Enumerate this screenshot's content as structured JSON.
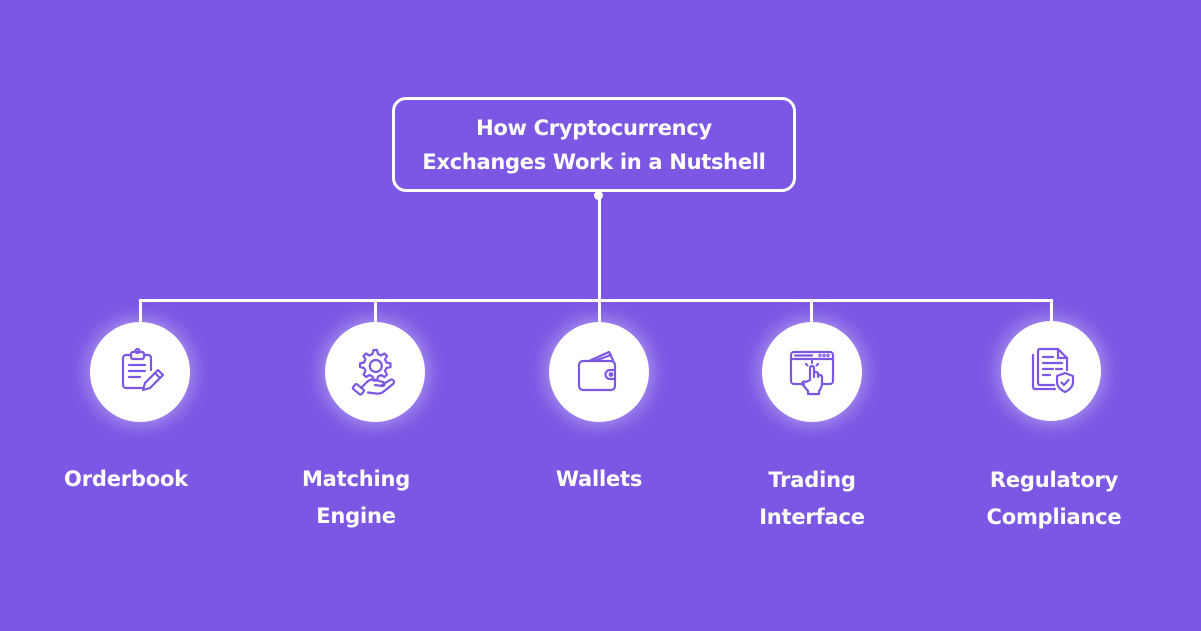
{
  "title": {
    "line1": "How Cryptocurrency",
    "line2": "Exchanges Work in a Nutshell"
  },
  "colors": {
    "background": "#7b57e4",
    "foreground": "#ffffff",
    "icon_stroke": "#7b57e4"
  },
  "nodes": [
    {
      "icon": "clipboard-edit-icon",
      "label_line1": "Orderbook",
      "label_line2": ""
    },
    {
      "icon": "gear-hand-icon",
      "label_line1": "Matching",
      "label_line2": "Engine"
    },
    {
      "icon": "wallet-icon",
      "label_line1": "Wallets",
      "label_line2": ""
    },
    {
      "icon": "browser-click-icon",
      "label_line1": "Trading",
      "label_line2": "Interface"
    },
    {
      "icon": "document-shield-icon",
      "label_line1": "Regulatory",
      "label_line2": "Compliance"
    }
  ]
}
